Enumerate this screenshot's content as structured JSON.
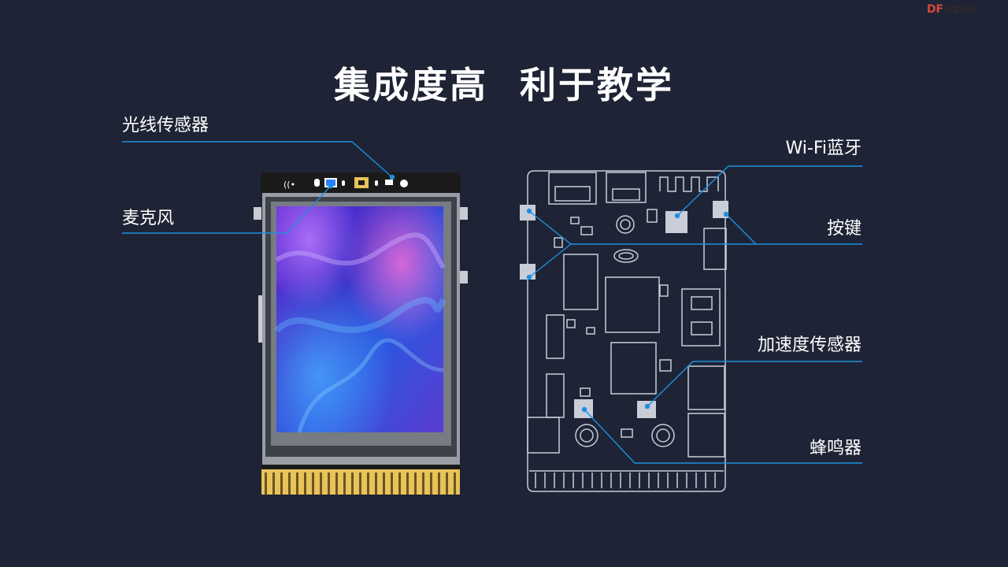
{
  "slide": {
    "title_part1": "集成度高",
    "title_part2": "利于教学",
    "watermark_brand": "DF",
    "watermark_rest": "创客社区"
  },
  "labels": {
    "light_sensor": "光线传感器",
    "microphone": "麦克风",
    "wifi_bluetooth": "Wi-Fi蓝牙",
    "button": "按键",
    "accelerometer": "加速度传感器",
    "buzzer": "蜂鸣器"
  },
  "colors": {
    "background": "#1e2435",
    "callout_line": "#1e8fe0",
    "board_outline": "#c8cdd8",
    "gold_fingers": "#e8c35a"
  }
}
